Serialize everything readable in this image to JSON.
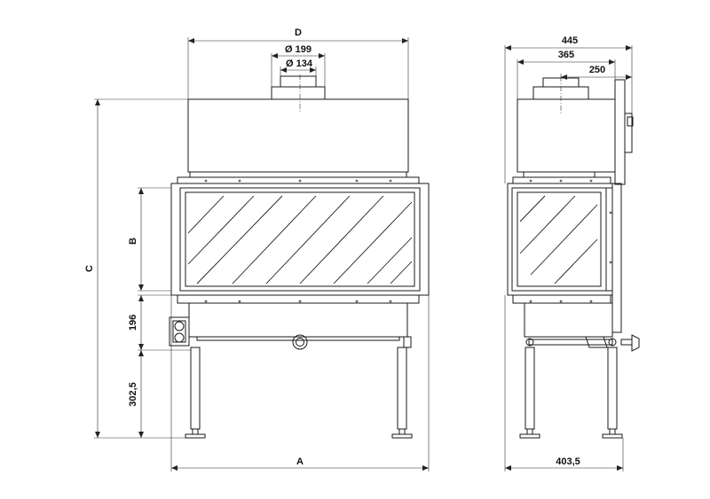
{
  "front_view": {
    "dim_top_width": "D",
    "dim_flue_outer": "Ø 199",
    "dim_flue_inner": "Ø 134",
    "dim_total_height": "C",
    "dim_glass_height": "B",
    "dim_base_height": "196",
    "dim_leg_height": "302,5",
    "dim_body_width": "A"
  },
  "side_view": {
    "dim_overall_depth": "445",
    "dim_hood_depth": "365",
    "dim_flue_offset": "250",
    "dim_base_depth": "403,5"
  }
}
